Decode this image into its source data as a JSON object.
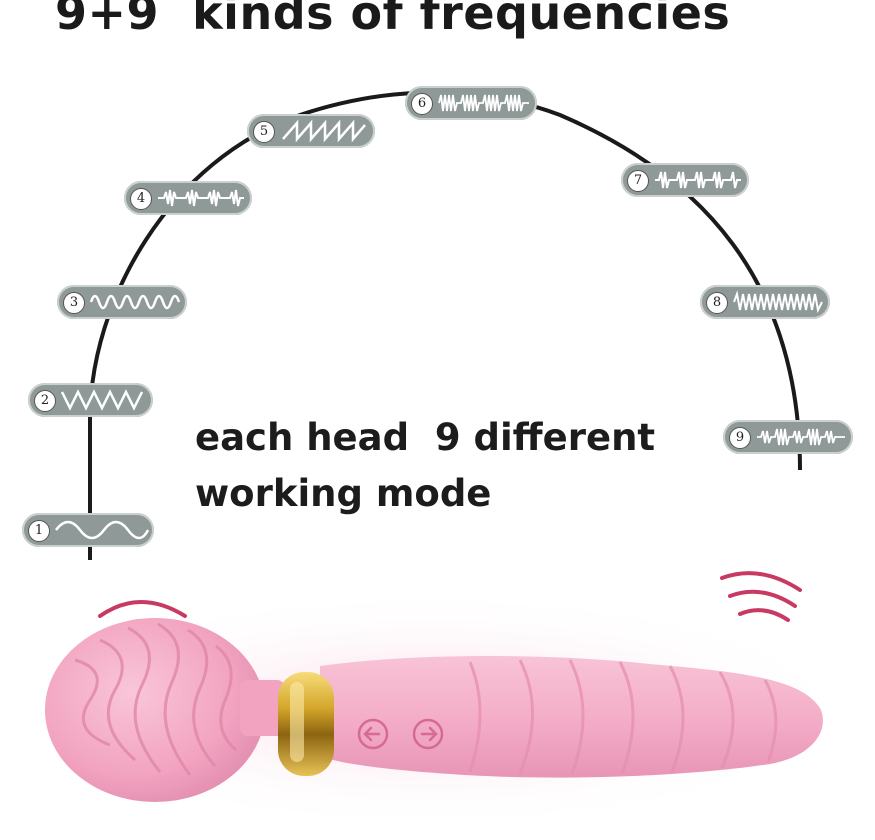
{
  "title": "9+9  kinds of frequencies",
  "description": {
    "line1": "each head  9 different",
    "line2": "working mode"
  },
  "modes": [
    {
      "number": "1",
      "wave": "slow-sine"
    },
    {
      "number": "2",
      "wave": "zigzag"
    },
    {
      "number": "3",
      "wave": "dense-sine"
    },
    {
      "number": "4",
      "wave": "pulse-burst"
    },
    {
      "number": "5",
      "wave": "sawtooth"
    },
    {
      "number": "6",
      "wave": "rapid-burst"
    },
    {
      "number": "7",
      "wave": "pulse-burst"
    },
    {
      "number": "8",
      "wave": "dense-zigzag"
    },
    {
      "number": "9",
      "wave": "rapid-burst"
    }
  ],
  "colors": {
    "arc": "#1a1a1a",
    "badge": "#8f9a98",
    "product_pink": "#f2a7c3",
    "gold": "#d4a52a"
  },
  "product_icons": [
    "vibration-waves-icon",
    "vibration-waves-icon",
    "left-arrow-button-icon",
    "right-arrow-button-icon"
  ]
}
